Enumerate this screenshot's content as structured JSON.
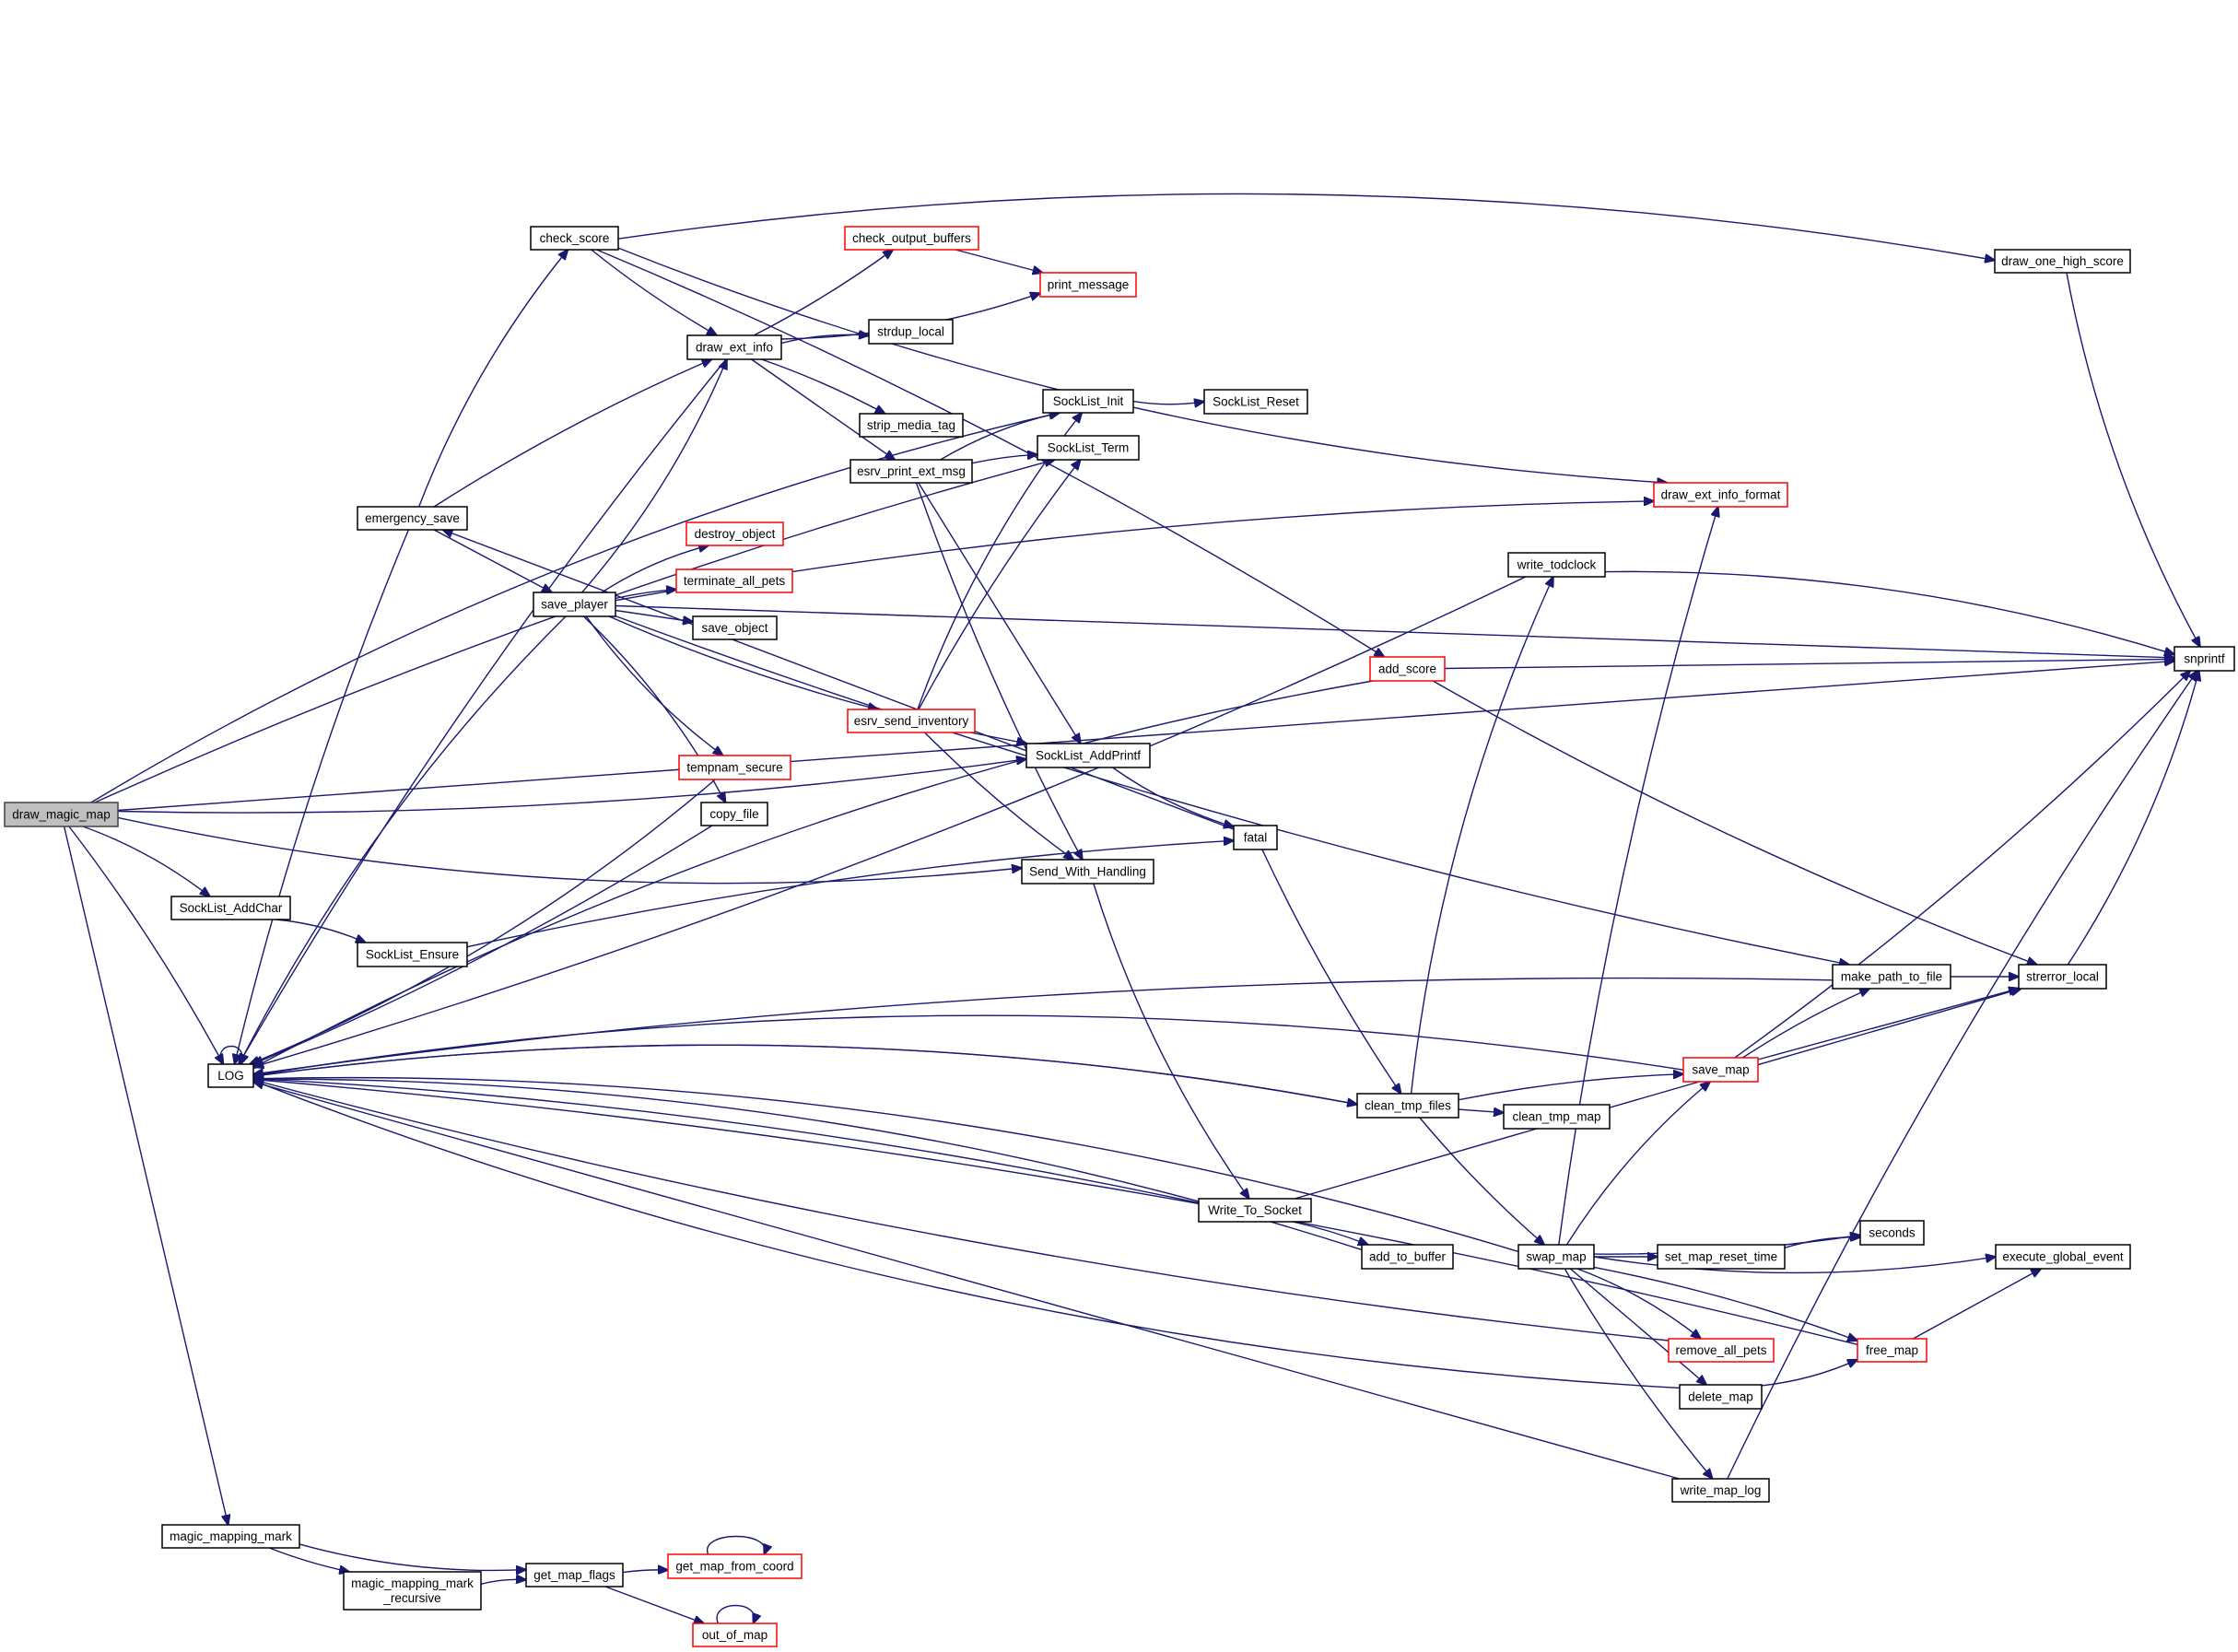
{
  "title": "Call graph for draw_magic_map",
  "colors": {
    "edge": "#191970",
    "node_border": "#000000",
    "node_border_truncated": "#ff0000",
    "root_fill": "#bfbfbf"
  },
  "nodes": [
    {
      "id": "draw_magic_map",
      "label": "draw_magic_map",
      "style": "root"
    },
    {
      "id": "check_score",
      "label": "check_score",
      "style": "normal"
    },
    {
      "id": "check_output_buffers",
      "label": "check_output_buffers",
      "style": "truncated"
    },
    {
      "id": "print_message",
      "label": "print_message",
      "style": "truncated"
    },
    {
      "id": "draw_ext_info",
      "label": "draw_ext_info",
      "style": "normal"
    },
    {
      "id": "strdup_local",
      "label": "strdup_local",
      "style": "normal"
    },
    {
      "id": "strip_media_tag",
      "label": "strip_media_tag",
      "style": "normal"
    },
    {
      "id": "SockList_Init",
      "label": "SockList_Init",
      "style": "normal"
    },
    {
      "id": "SockList_Reset",
      "label": "SockList_Reset",
      "style": "normal"
    },
    {
      "id": "SockList_Term",
      "label": "SockList_Term",
      "style": "normal"
    },
    {
      "id": "esrv_print_ext_msg",
      "label": "esrv_print_ext_msg",
      "style": "normal"
    },
    {
      "id": "draw_ext_info_format",
      "label": "draw_ext_info_format",
      "style": "truncated"
    },
    {
      "id": "draw_one_high_score",
      "label": "draw_one_high_score",
      "style": "normal"
    },
    {
      "id": "emergency_save",
      "label": "emergency_save",
      "style": "normal"
    },
    {
      "id": "save_player",
      "label": "save_player",
      "style": "normal"
    },
    {
      "id": "destroy_object",
      "label": "destroy_object",
      "style": "truncated"
    },
    {
      "id": "terminate_all_pets",
      "label": "terminate_all_pets",
      "style": "truncated"
    },
    {
      "id": "save_object",
      "label": "save_object",
      "style": "normal"
    },
    {
      "id": "write_todclock",
      "label": "write_todclock",
      "style": "normal"
    },
    {
      "id": "add_score",
      "label": "add_score",
      "style": "truncated"
    },
    {
      "id": "snprintf",
      "label": "snprintf",
      "style": "normal"
    },
    {
      "id": "esrv_send_inventory",
      "label": "esrv_send_inventory",
      "style": "truncated"
    },
    {
      "id": "SockList_AddPrintf",
      "label": "SockList_AddPrintf",
      "style": "normal"
    },
    {
      "id": "tempnam_secure",
      "label": "tempnam_secure",
      "style": "truncated"
    },
    {
      "id": "copy_file",
      "label": "copy_file",
      "style": "normal"
    },
    {
      "id": "fatal",
      "label": "fatal",
      "style": "normal"
    },
    {
      "id": "Send_With_Handling",
      "label": "Send_With_Handling",
      "style": "normal"
    },
    {
      "id": "SockList_AddChar",
      "label": "SockList_AddChar",
      "style": "normal"
    },
    {
      "id": "SockList_Ensure",
      "label": "SockList_Ensure",
      "style": "normal"
    },
    {
      "id": "make_path_to_file",
      "label": "make_path_to_file",
      "style": "normal"
    },
    {
      "id": "strerror_local",
      "label": "strerror_local",
      "style": "normal"
    },
    {
      "id": "LOG",
      "label": "LOG",
      "style": "normal"
    },
    {
      "id": "save_map",
      "label": "save_map",
      "style": "truncated"
    },
    {
      "id": "clean_tmp_files",
      "label": "clean_tmp_files",
      "style": "normal"
    },
    {
      "id": "clean_tmp_map",
      "label": "clean_tmp_map",
      "style": "normal"
    },
    {
      "id": "Write_To_Socket",
      "label": "Write_To_Socket",
      "style": "normal"
    },
    {
      "id": "add_to_buffer",
      "label": "add_to_buffer",
      "style": "normal"
    },
    {
      "id": "swap_map",
      "label": "swap_map",
      "style": "normal"
    },
    {
      "id": "set_map_reset_time",
      "label": "set_map_reset_time",
      "style": "normal"
    },
    {
      "id": "seconds",
      "label": "seconds",
      "style": "normal"
    },
    {
      "id": "execute_global_event",
      "label": "execute_global_event",
      "style": "normal"
    },
    {
      "id": "remove_all_pets",
      "label": "remove_all_pets",
      "style": "truncated"
    },
    {
      "id": "free_map",
      "label": "free_map",
      "style": "truncated"
    },
    {
      "id": "delete_map",
      "label": "delete_map",
      "style": "normal"
    },
    {
      "id": "write_map_log",
      "label": "write_map_log",
      "style": "normal"
    },
    {
      "id": "magic_mapping_mark",
      "label": "magic_mapping_mark",
      "style": "normal"
    },
    {
      "id": "magic_mapping_mark_recursive",
      "label": "magic_mapping_mark\n_recursive",
      "style": "normal"
    },
    {
      "id": "get_map_flags",
      "label": "get_map_flags",
      "style": "normal"
    },
    {
      "id": "get_map_from_coord",
      "label": "get_map_from_coord",
      "style": "truncated"
    },
    {
      "id": "out_of_map",
      "label": "out_of_map",
      "style": "truncated"
    }
  ],
  "edges": [
    [
      "draw_magic_map",
      "SockList_Init"
    ],
    [
      "draw_magic_map",
      "SockList_Term"
    ],
    [
      "draw_magic_map",
      "snprintf"
    ],
    [
      "draw_magic_map",
      "SockList_AddPrintf"
    ],
    [
      "draw_magic_map",
      "Send_With_Handling"
    ],
    [
      "draw_magic_map",
      "SockList_AddChar"
    ],
    [
      "draw_magic_map",
      "LOG"
    ],
    [
      "draw_magic_map",
      "magic_mapping_mark"
    ],
    [
      "check_score",
      "draw_ext_info"
    ],
    [
      "check_score",
      "draw_ext_info_format"
    ],
    [
      "check_score",
      "draw_one_high_score"
    ],
    [
      "check_score",
      "add_score"
    ],
    [
      "check_output_buffers",
      "print_message"
    ],
    [
      "draw_ext_info",
      "check_output_buffers"
    ],
    [
      "draw_ext_info",
      "print_message"
    ],
    [
      "draw_ext_info",
      "strdup_local"
    ],
    [
      "draw_ext_info",
      "strip_media_tag"
    ],
    [
      "draw_ext_info",
      "esrv_print_ext_msg"
    ],
    [
      "draw_ext_info",
      "LOG"
    ],
    [
      "SockList_Init",
      "SockList_Reset"
    ],
    [
      "esrv_print_ext_msg",
      "SockList_Init"
    ],
    [
      "esrv_print_ext_msg",
      "SockList_Term"
    ],
    [
      "esrv_print_ext_msg",
      "SockList_AddPrintf"
    ],
    [
      "esrv_print_ext_msg",
      "Send_With_Handling"
    ],
    [
      "draw_one_high_score",
      "snprintf"
    ],
    [
      "emergency_save",
      "check_score"
    ],
    [
      "emergency_save",
      "draw_ext_info"
    ],
    [
      "emergency_save",
      "save_player"
    ],
    [
      "emergency_save",
      "LOG"
    ],
    [
      "save_player",
      "draw_ext_info"
    ],
    [
      "save_player",
      "destroy_object"
    ],
    [
      "save_player",
      "terminate_all_pets"
    ],
    [
      "save_player",
      "save_object"
    ],
    [
      "save_player",
      "esrv_send_inventory"
    ],
    [
      "save_player",
      "tempnam_secure"
    ],
    [
      "save_player",
      "copy_file"
    ],
    [
      "save_player",
      "draw_ext_info_format"
    ],
    [
      "save_player",
      "snprintf"
    ],
    [
      "save_player",
      "make_path_to_file"
    ],
    [
      "save_player",
      "LOG"
    ],
    [
      "write_todclock",
      "snprintf"
    ],
    [
      "write_todclock",
      "LOG"
    ],
    [
      "add_score",
      "snprintf"
    ],
    [
      "add_score",
      "strerror_local"
    ],
    [
      "add_score",
      "LOG"
    ],
    [
      "esrv_send_inventory",
      "SockList_Init"
    ],
    [
      "esrv_send_inventory",
      "SockList_Term"
    ],
    [
      "esrv_send_inventory",
      "SockList_AddPrintf"
    ],
    [
      "esrv_send_inventory",
      "Send_With_Handling"
    ],
    [
      "SockList_AddPrintf",
      "fatal"
    ],
    [
      "tempnam_secure",
      "LOG"
    ],
    [
      "copy_file",
      "LOG"
    ],
    [
      "fatal",
      "emergency_save"
    ],
    [
      "fatal",
      "clean_tmp_files"
    ],
    [
      "Send_With_Handling",
      "Write_To_Socket"
    ],
    [
      "SockList_AddChar",
      "SockList_Ensure"
    ],
    [
      "SockList_Ensure",
      "fatal"
    ],
    [
      "make_path_to_file",
      "strerror_local"
    ],
    [
      "make_path_to_file",
      "LOG"
    ],
    [
      "strerror_local",
      "snprintf"
    ],
    [
      "LOG",
      "LOG"
    ],
    [
      "save_map",
      "make_path_to_file"
    ],
    [
      "save_map",
      "strerror_local"
    ],
    [
      "save_map",
      "snprintf"
    ],
    [
      "save_map",
      "LOG"
    ],
    [
      "clean_tmp_files",
      "write_todclock"
    ],
    [
      "clean_tmp_files",
      "save_map"
    ],
    [
      "clean_tmp_files",
      "clean_tmp_map"
    ],
    [
      "clean_tmp_files",
      "swap_map"
    ],
    [
      "clean_tmp_files",
      "LOG"
    ],
    [
      "LOG",
      "clean_tmp_files"
    ],
    [
      "Write_To_Socket",
      "add_to_buffer"
    ],
    [
      "Write_To_Socket",
      "strerror_local"
    ],
    [
      "Write_To_Socket",
      "LOG"
    ],
    [
      "add_to_buffer",
      "LOG"
    ],
    [
      "swap_map",
      "save_map"
    ],
    [
      "swap_map",
      "draw_ext_info_format"
    ],
    [
      "swap_map",
      "set_map_reset_time"
    ],
    [
      "swap_map",
      "seconds"
    ],
    [
      "swap_map",
      "execute_global_event"
    ],
    [
      "swap_map",
      "remove_all_pets"
    ],
    [
      "swap_map",
      "free_map"
    ],
    [
      "swap_map",
      "delete_map"
    ],
    [
      "swap_map",
      "write_map_log"
    ],
    [
      "swap_map",
      "LOG"
    ],
    [
      "set_map_reset_time",
      "seconds"
    ],
    [
      "remove_all_pets",
      "LOG"
    ],
    [
      "free_map",
      "execute_global_event"
    ],
    [
      "free_map",
      "LOG"
    ],
    [
      "delete_map",
      "free_map"
    ],
    [
      "delete_map",
      "LOG"
    ],
    [
      "write_map_log",
      "snprintf"
    ],
    [
      "write_map_log",
      "LOG"
    ],
    [
      "magic_mapping_mark",
      "magic_mapping_mark_recursive"
    ],
    [
      "magic_mapping_mark",
      "get_map_flags"
    ],
    [
      "magic_mapping_mark_recursive",
      "get_map_flags"
    ],
    [
      "get_map_flags",
      "get_map_from_coord"
    ],
    [
      "get_map_flags",
      "out_of_map"
    ],
    [
      "get_map_from_coord",
      "get_map_from_coord"
    ],
    [
      "out_of_map",
      "out_of_map"
    ]
  ]
}
